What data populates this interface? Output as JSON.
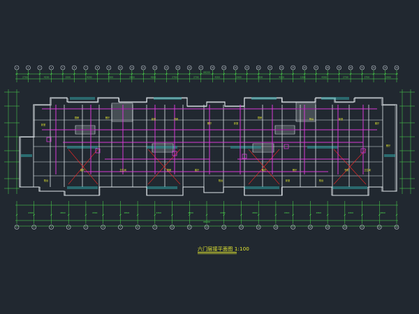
{
  "drawing": {
    "caption": "六门层接平面图 1:100",
    "colors": {
      "background": "#212830",
      "dimension": "#4ee04e",
      "axis_bubble": "#c8d0d8",
      "wall": "#e0e6ea",
      "window": "#3ad3d3",
      "pipe": "#d63ad6",
      "room_label": "#e8ec30",
      "red_line": "#e02828"
    },
    "axis_bubbles_top": [
      "1",
      "2",
      "3",
      "4",
      "5",
      "6",
      "7",
      "8",
      "9",
      "10",
      "11",
      "12",
      "13",
      "14",
      "15",
      "16",
      "17",
      "18",
      "19",
      "20",
      "21",
      "22",
      "23",
      "24",
      "25",
      "26",
      "27",
      "28",
      "29",
      "30",
      "31",
      "32",
      "33",
      "34"
    ],
    "axis_bubbles_bottom": [
      "1",
      "2",
      "3",
      "4",
      "5",
      "6",
      "7",
      "8",
      "9",
      "10",
      "11",
      "12",
      "13",
      "14",
      "15",
      "16",
      "17",
      "18",
      "19",
      "20",
      "21",
      "22",
      "23"
    ],
    "top_dimension_texts": [
      "2700",
      "4200",
      "1500",
      "4200",
      "1500",
      "2900",
      "4200",
      "2700",
      "2700",
      "4200",
      "2900",
      "1500",
      "4200",
      "1500",
      "4200",
      "2700",
      "2700",
      "2900"
    ],
    "bottom_dimension_texts": [
      "4300",
      "4800",
      "4300",
      "4800",
      "4300",
      "4800",
      "4300",
      "4800",
      "4300",
      "4800",
      "4300",
      "4800"
    ],
    "total_dimension_top": "68200",
    "total_dimension_bottom": "68200",
    "room_labels": [
      "卧室",
      "厨房",
      "客厅",
      "餐厅",
      "卫生间",
      "阳台",
      "卧室",
      "书房",
      "厨房",
      "客厅",
      "餐厅",
      "阳台",
      "卧室",
      "厨房",
      "客厅",
      "餐厅",
      "阳台",
      "卧室",
      "书房",
      "卫生间",
      "客厅",
      "餐厅",
      "阳台",
      "卧室"
    ]
  }
}
